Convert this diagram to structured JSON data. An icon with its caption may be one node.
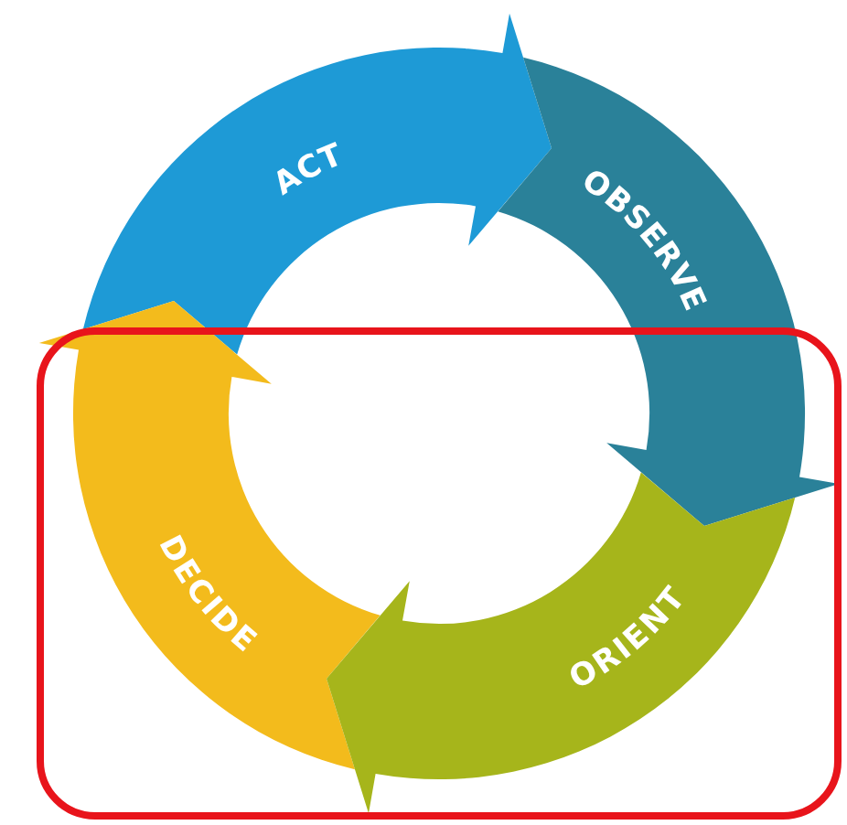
{
  "diagram": {
    "nodes": [
      {
        "text": [
          "ACT"
        ]
      },
      {
        "text": [
          "OBSERVE"
        ]
      },
      {
        "text": [
          "DECIDE"
        ]
      },
      {
        "text": [
          "ORIENT"
        ]
      }
    ]
  }
}
